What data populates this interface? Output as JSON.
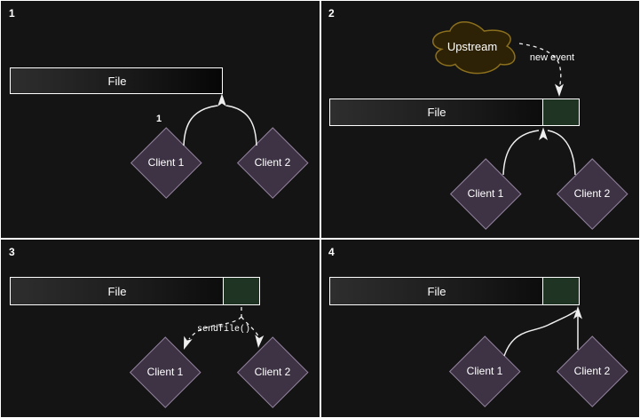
{
  "panels": [
    {
      "number": "1",
      "file_label": "File",
      "annotation": "1",
      "client1": "Client 1",
      "client2": "Client 2"
    },
    {
      "number": "2",
      "file_label": "File",
      "cloud_label": "Upstream",
      "event_label": "new event",
      "client1": "Client 1",
      "client2": "Client 2"
    },
    {
      "number": "3",
      "file_label": "File",
      "syscall_label": "sendfile()",
      "client1": "Client 1",
      "client2": "Client 2"
    },
    {
      "number": "4",
      "file_label": "File",
      "client1": "Client 1",
      "client2": "Client 2"
    }
  ],
  "colors": {
    "background": "#141414",
    "line_and_borders": "#ffffff",
    "file_gradient_start": "#2e2e2e",
    "file_gradient_end": "#060606",
    "new_segment_fill": "#1f3422",
    "client_fill": "#3d3344",
    "client_border": "#94839f",
    "cloud_fill": "#2d2206",
    "cloud_border": "#8c701d",
    "arrow": "#efefef"
  }
}
